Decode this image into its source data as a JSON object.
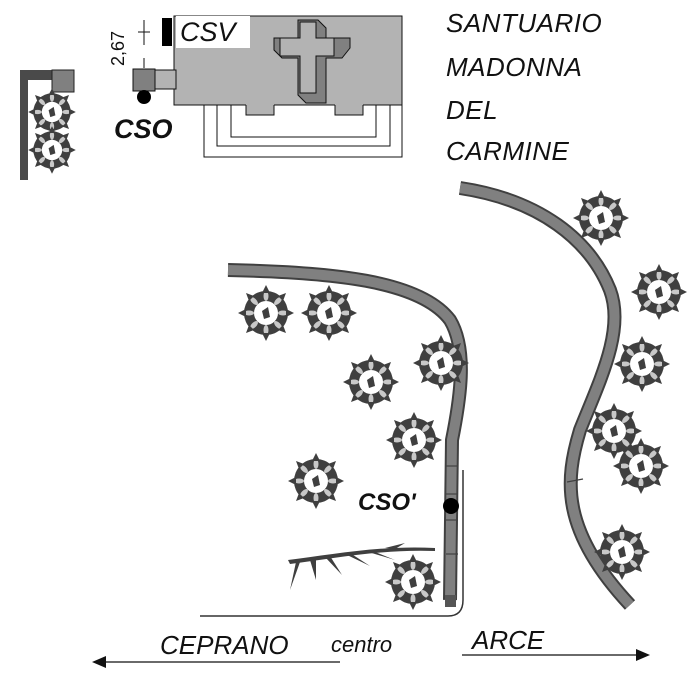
{
  "title": {
    "lines": [
      "SANTUARIO",
      "MADONNA",
      "DEL",
      "CARMINE"
    ]
  },
  "labels": {
    "csv": "CSV",
    "cso": "CSO",
    "cso_prime": "CSO'",
    "height_value": "2,67",
    "ceprano": "CEPRANO",
    "centro": "centro",
    "arce": "ARCE"
  },
  "directions": {
    "left": {
      "label": "CEPRANO",
      "icon": "arrow-left-icon"
    },
    "right": {
      "label": "ARCE",
      "icon": "arrow-right-icon"
    }
  },
  "colors": {
    "road": "#808080",
    "road_edge": "#404040",
    "church": "#b3b3b3",
    "cross_shadow": "#808080",
    "tree_dark": "#3f3f3f",
    "tree_light": "#c8c8c8",
    "marker": "#000000"
  },
  "icons": [
    "cross-icon",
    "tree-icon",
    "palm-frond-icon",
    "point-marker-icon",
    "arrow-left-icon",
    "arrow-right-icon"
  ]
}
